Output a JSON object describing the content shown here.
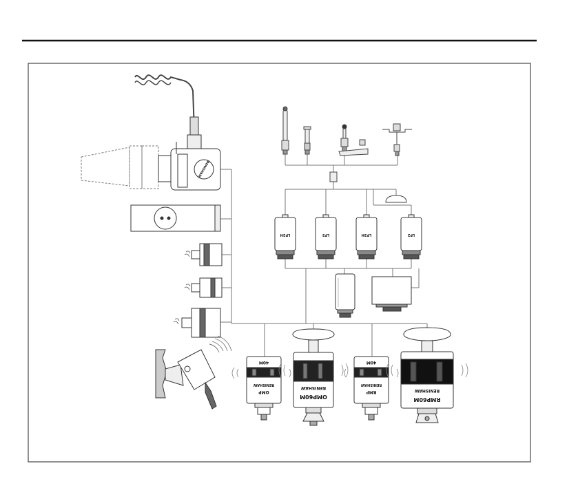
{
  "components": {
    "top_lp2_1": "LP2H",
    "top_lp2_2": "LP2",
    "top_lp2_3": "LP2H",
    "top_lp2_4": "LP2",
    "bottom_omp40m_model": "40M",
    "bottom_omp40m_brand": "RENISHAW",
    "bottom_omp40m_name": "OMP",
    "bottom_omp60m_brand": "RENISHAW",
    "bottom_omp60m_name": "OMP60M",
    "bottom_rmp40m_model": "40M",
    "bottom_rmp40m_brand": "RENISHAW",
    "bottom_rmp40m_name": "RMP",
    "bottom_rmp60m_brand": "RENISHAW",
    "bottom_rmp60m_name": "RMP60M",
    "spindle_brand": "RENISHAW"
  }
}
